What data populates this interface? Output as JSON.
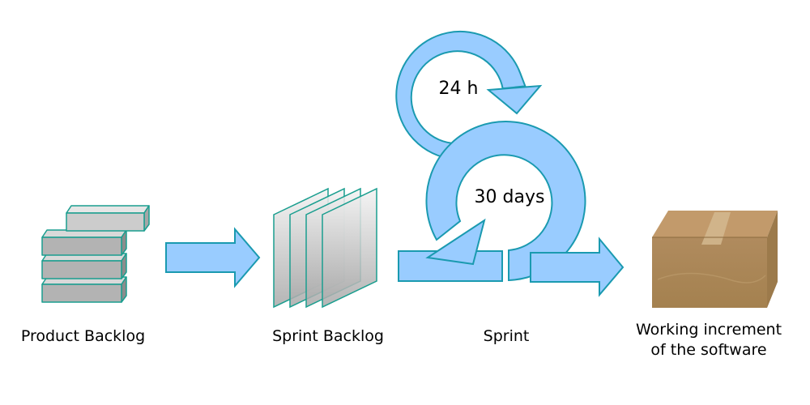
{
  "labels": {
    "product_backlog": "Product Backlog",
    "sprint_backlog": "Sprint Backlog",
    "sprint": "Sprint",
    "working_increment_line1": "Working increment",
    "working_increment_line2": "of the software",
    "daily_cycle": "24 h",
    "sprint_cycle": "30 days"
  },
  "icons": {
    "product_backlog": "stacked-blocks-icon",
    "sprint_backlog": "stacked-sheets-icon",
    "daily_loop": "circular-arrow-icon",
    "sprint_loop": "circular-arrow-icon",
    "increment": "cardboard-box-icon",
    "flow": "right-arrow-icon"
  },
  "colors": {
    "arrow_fill": "#99ccff",
    "arrow_stroke": "#1a9ab0",
    "block_fill": "#b3b3b3",
    "block_stroke": "#1a9e8f",
    "box_fill": "#b38d5c"
  }
}
